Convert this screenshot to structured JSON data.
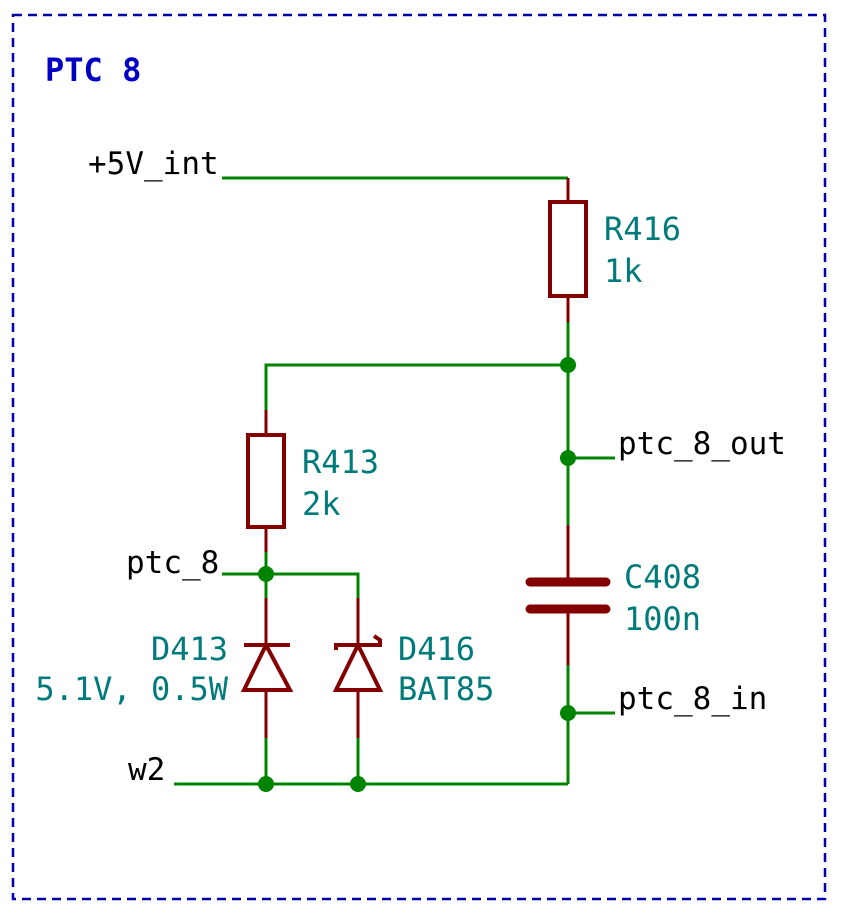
{
  "sheet": {
    "title": "PTC 8"
  },
  "nets": {
    "supply": "+5V_int",
    "ptc": "ptc_8",
    "out": "ptc_8_out",
    "in": "ptc_8_in",
    "ground": "w2"
  },
  "components": {
    "r416": {
      "ref": "R416",
      "value": "1k"
    },
    "r413": {
      "ref": "R413",
      "value": "2k"
    },
    "c408": {
      "ref": "C408",
      "value": "100n"
    },
    "d413": {
      "ref": "D413",
      "value": "5.1V, 0.5W"
    },
    "d416": {
      "ref": "D416",
      "value": "BAT85"
    }
  },
  "colors": {
    "wire": "#008400",
    "component": "#840000",
    "reference_text": "#007a7a",
    "net_label": "#000000",
    "sheet_frame": "#0000a8",
    "title": "#0000c4"
  }
}
